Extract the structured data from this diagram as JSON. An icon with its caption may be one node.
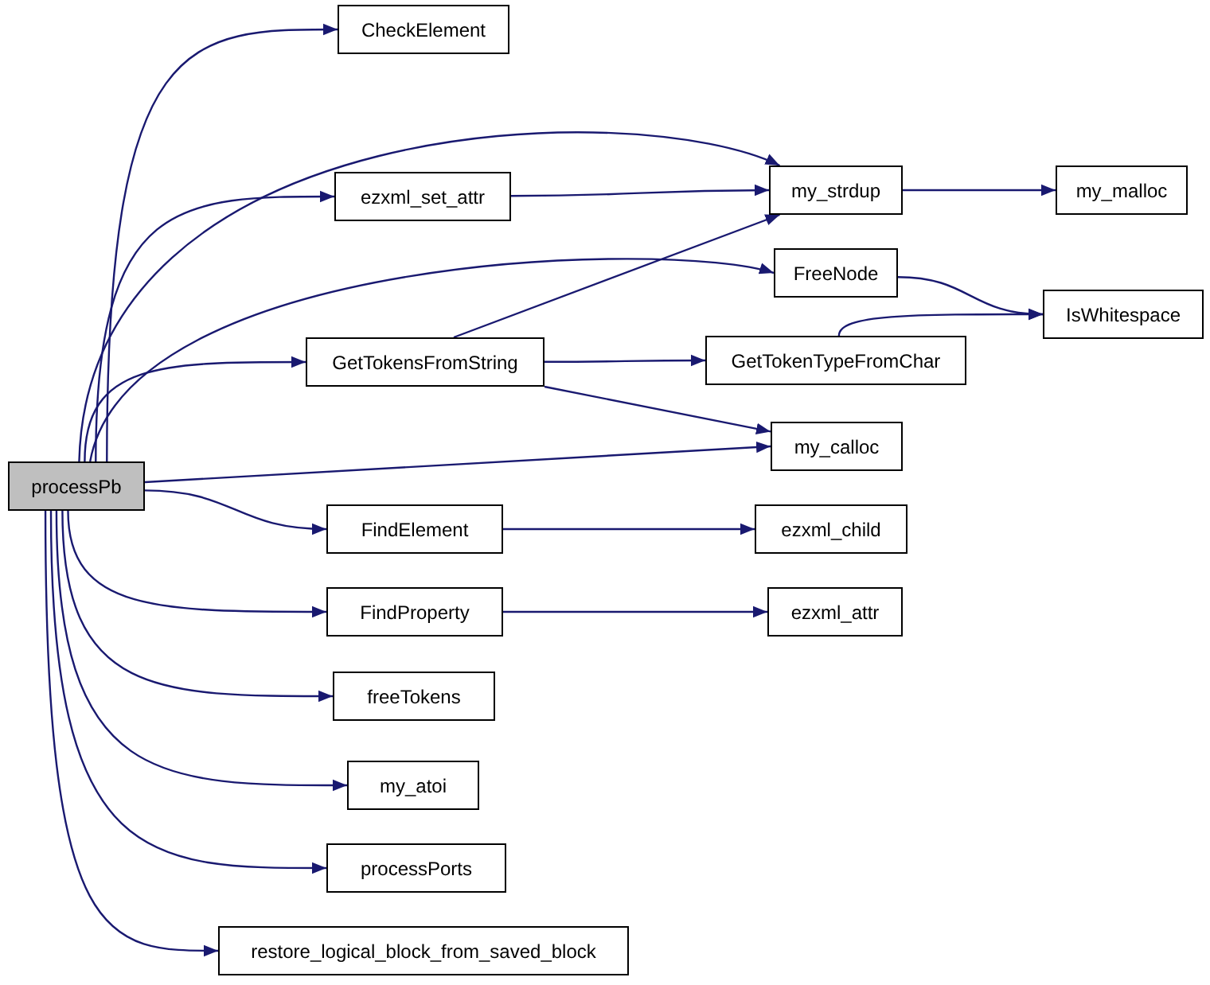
{
  "diagram": {
    "nodes": [
      {
        "text": [
          "processPb"
        ]
      },
      {
        "text": [
          "CheckElement"
        ]
      },
      {
        "text": [
          "ezxml_set_attr"
        ]
      },
      {
        "text": [
          "GetTokensFromString"
        ]
      },
      {
        "text": [
          "FindElement"
        ]
      },
      {
        "text": [
          "FindProperty"
        ]
      },
      {
        "text": [
          "freeTokens"
        ]
      },
      {
        "text": [
          "my_atoi"
        ]
      },
      {
        "text": [
          "processPorts"
        ]
      },
      {
        "text": [
          "restore_logical_block_from_saved_block"
        ]
      },
      {
        "text": [
          "my_strdup"
        ]
      },
      {
        "text": [
          "FreeNode"
        ]
      },
      {
        "text": [
          "GetTokenTypeFromChar"
        ]
      },
      {
        "text": [
          "my_calloc"
        ]
      },
      {
        "text": [
          "ezxml_child"
        ]
      },
      {
        "text": [
          "ezxml_attr"
        ]
      },
      {
        "text": [
          "my_malloc"
        ]
      },
      {
        "text": [
          "IsWhitespace"
        ]
      }
    ],
    "edges": [
      {
        "from": 0,
        "to": 1,
        "arrow": "to"
      },
      {
        "from": 0,
        "to": 10,
        "arrow": "to"
      },
      {
        "from": 0,
        "to": 2,
        "arrow": "to"
      },
      {
        "from": 0,
        "to": 11,
        "arrow": "to"
      },
      {
        "from": 0,
        "to": 3,
        "arrow": "to"
      },
      {
        "from": 0,
        "to": 13,
        "arrow": "to"
      },
      {
        "from": 0,
        "to": 4,
        "arrow": "to"
      },
      {
        "from": 0,
        "to": 5,
        "arrow": "to"
      },
      {
        "from": 0,
        "to": 6,
        "arrow": "to"
      },
      {
        "from": 0,
        "to": 7,
        "arrow": "to"
      },
      {
        "from": 0,
        "to": 8,
        "arrow": "to"
      },
      {
        "from": 0,
        "to": 9,
        "arrow": "to"
      },
      {
        "from": 2,
        "to": 10,
        "arrow": "to"
      },
      {
        "from": 3,
        "to": 10,
        "arrow": "to"
      },
      {
        "from": 3,
        "to": 12,
        "arrow": "to"
      },
      {
        "from": 3,
        "to": 13,
        "arrow": "to"
      },
      {
        "from": 4,
        "to": 14,
        "arrow": "to"
      },
      {
        "from": 5,
        "to": 15,
        "arrow": "to"
      },
      {
        "from": 10,
        "to": 16,
        "arrow": "to"
      },
      {
        "from": 11,
        "to": 17,
        "arrow": "to"
      },
      {
        "from": 12,
        "to": 17,
        "arrow": "to"
      }
    ]
  }
}
